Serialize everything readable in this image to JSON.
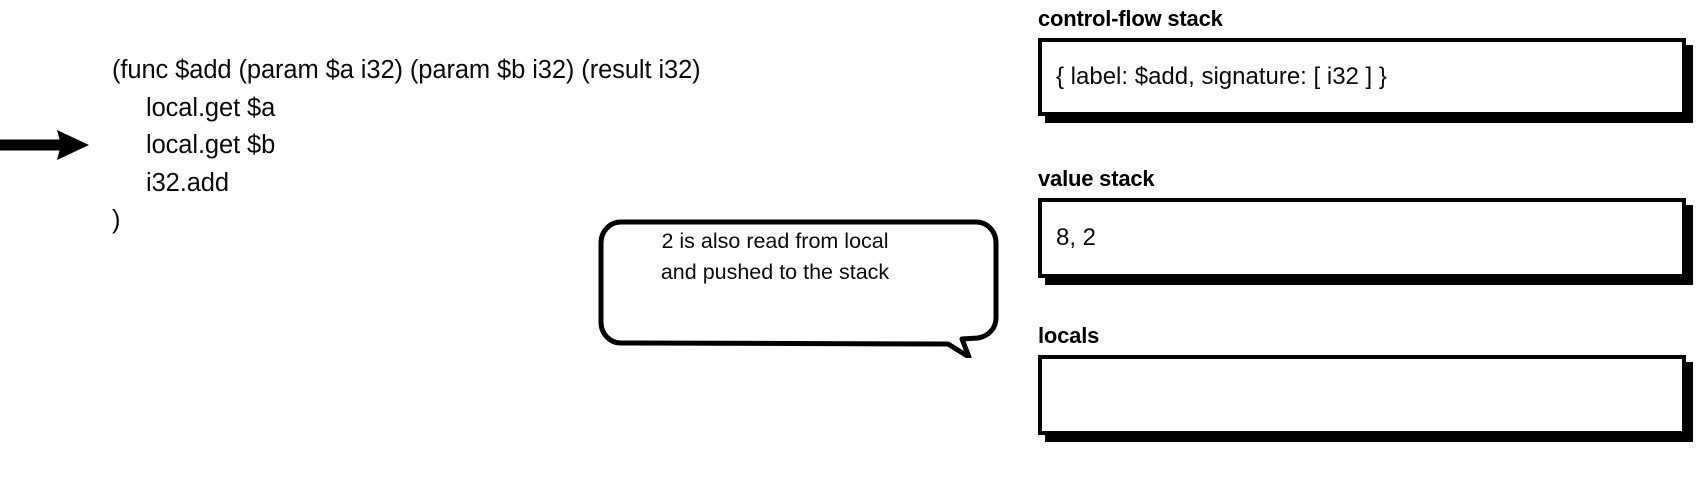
{
  "diagram": {
    "code": {
      "lines": [
        {
          "text": "(func $add (param $a i32) (param $b i32) (result i32)",
          "indent": false
        },
        {
          "text": "local.get $a",
          "indent": true
        },
        {
          "text": "local.get $b",
          "indent": true
        },
        {
          "text": "i32.add",
          "indent": true
        },
        {
          "text": ")",
          "indent": false
        }
      ]
    },
    "pointer": {
      "icon": "right-arrow-icon",
      "points_to_line": "local.get $b"
    },
    "callout": {
      "lines": [
        "2 is also read from local",
        "and pushed to the stack"
      ]
    },
    "panels": [
      {
        "title": "control-flow stack",
        "content": "{ label: $add, signature: [ i32 ] }"
      },
      {
        "title": "value stack",
        "content": "8, 2"
      },
      {
        "title": "locals",
        "content": ""
      }
    ],
    "colors": {
      "ink": "#000000",
      "background": "#ffffff"
    }
  }
}
